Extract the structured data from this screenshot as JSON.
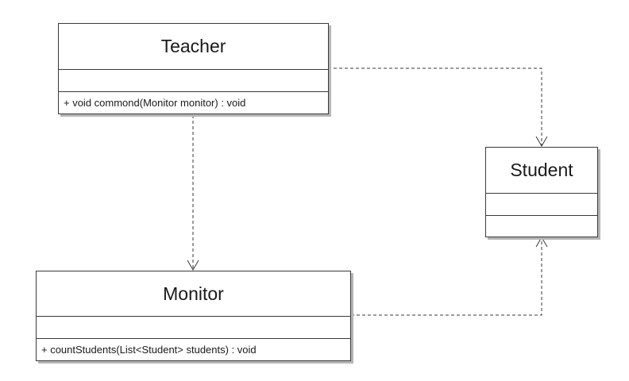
{
  "classes": {
    "teacher": {
      "name": "Teacher",
      "attributes": [],
      "operations": [
        "+ void commond(Monitor monitor) : void"
      ]
    },
    "monitor": {
      "name": "Monitor",
      "attributes": [],
      "operations": [
        "+ countStudents(List<Student> students) : void"
      ]
    },
    "student": {
      "name": "Student",
      "attributes": [],
      "operations": []
    }
  },
  "relationships": [
    {
      "type": "dependency",
      "from": "Teacher",
      "to": "Student",
      "style": "dashed",
      "arrow": "open"
    },
    {
      "type": "dependency",
      "from": "Teacher",
      "to": "Monitor",
      "style": "dashed",
      "arrow": "open"
    },
    {
      "type": "dependency",
      "from": "Monitor",
      "to": "Student",
      "style": "dashed",
      "arrow": "open"
    }
  ]
}
